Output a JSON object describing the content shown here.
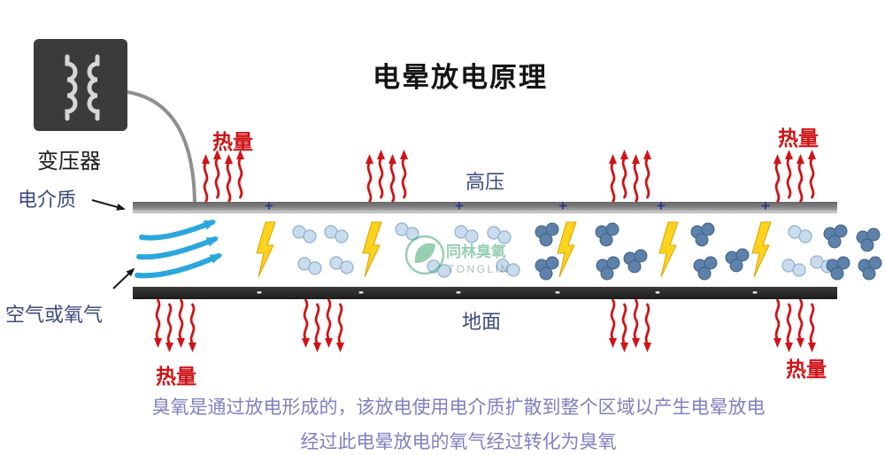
{
  "title": "电晕放电原理",
  "transformer": {
    "label": "变压器"
  },
  "labels": {
    "dielectric": "电介质",
    "high_voltage": "高压",
    "ground": "地面",
    "air_or_oxygen": "空气或氧气",
    "heat": "热量"
  },
  "electrodes": {
    "top_symbol": "+",
    "top_count": 5,
    "bottom_symbol": "-",
    "bottom_count": 6
  },
  "watermark": {
    "name": "同林臭氧",
    "sub": "TONGLIN"
  },
  "caption": {
    "line1": "臭氧是通过放电形成的，该放电使用电介质扩散到整个区域以产生电晕放电",
    "line2": "经过此电晕放电的氧气经过转化为臭氧"
  },
  "colors": {
    "heat_red": "#d01317",
    "label_blue": "#3c4a7d",
    "caption_purple": "#8080c2",
    "bolt_yellow": "#ffd21e",
    "oxygen_blue": "#c9dcee",
    "ozone_blue": "#5d81a8",
    "flow_blue": "#2ba7dd",
    "watermark_green": "#2f9e63"
  }
}
